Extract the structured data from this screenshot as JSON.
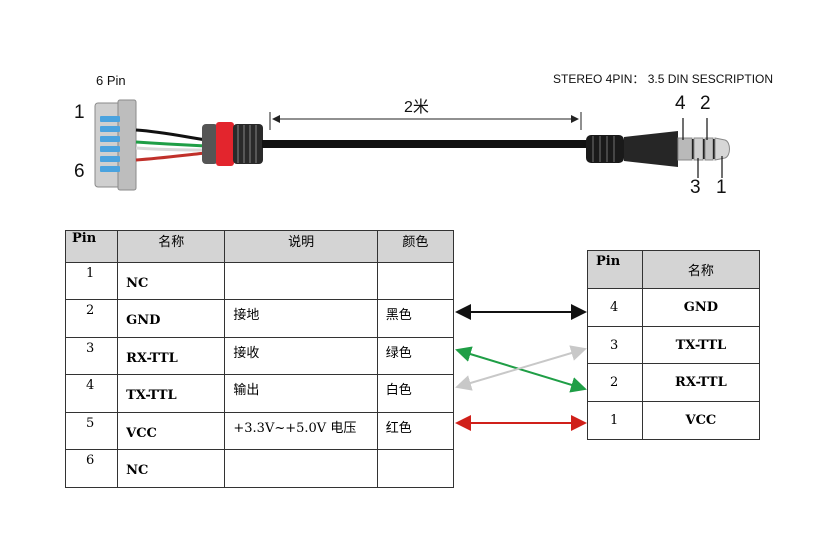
{
  "connector": {
    "pin_label": "6 Pin",
    "pin_top": "1",
    "pin_bottom": "6"
  },
  "cable": {
    "length_label": "2米"
  },
  "jack": {
    "title": "STEREO 4PIN： 3.5 DIN SESCRIPTION",
    "labels_top": [
      "4",
      "2"
    ],
    "labels_bottom": [
      "3",
      "1"
    ]
  },
  "left_table": {
    "headers": [
      "Pin",
      "名称",
      "说明",
      "颜色"
    ],
    "rows": [
      {
        "pin": "1",
        "name": "NC",
        "desc": "",
        "color": ""
      },
      {
        "pin": "2",
        "name": "GND",
        "desc": "接地",
        "color": "黑色"
      },
      {
        "pin": "3",
        "name": "RX-TTL",
        "desc": "接收",
        "color": "绿色"
      },
      {
        "pin": "4",
        "name": "TX-TTL",
        "desc": "输出",
        "color": "白色"
      },
      {
        "pin": "5",
        "name": "VCC",
        "desc": "+3.3V~+5.0V 电压",
        "color": "红色"
      },
      {
        "pin": "6",
        "name": "NC",
        "desc": "",
        "color": ""
      }
    ]
  },
  "right_table": {
    "headers": [
      "Pin",
      "名称"
    ],
    "rows": [
      {
        "pin": "4",
        "name": "GND"
      },
      {
        "pin": "3",
        "name": "TX-TTL"
      },
      {
        "pin": "2",
        "name": "RX-TTL"
      },
      {
        "pin": "1",
        "name": "VCC"
      }
    ]
  },
  "wire_colors": {
    "black": "#111111",
    "green": "#1f9e46",
    "white": "#c8c8c8",
    "red": "#d0201a",
    "pin_blue": "#4aa3df"
  }
}
